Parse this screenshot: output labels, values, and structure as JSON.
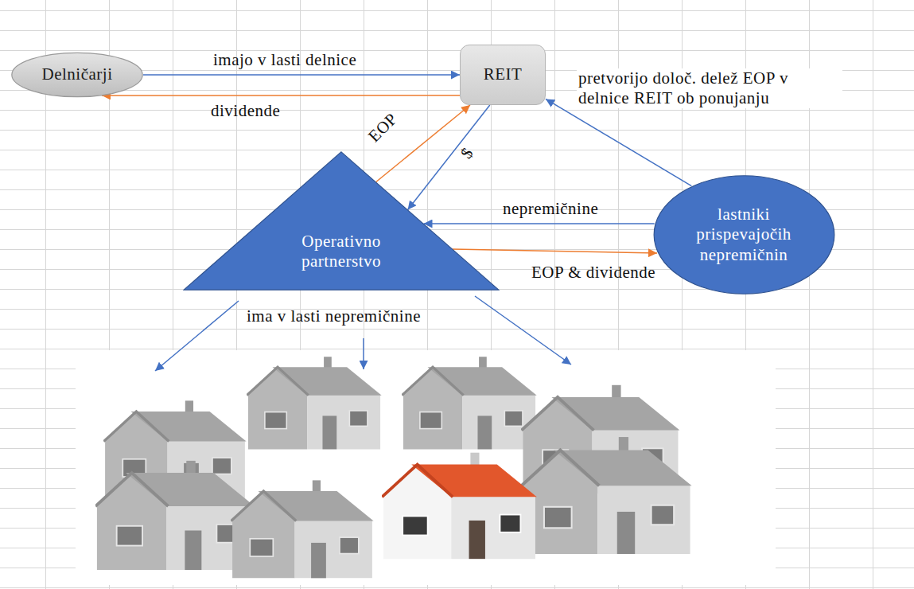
{
  "diagram": {
    "nodes": [
      {
        "text": [
          "Delničarji"
        ]
      },
      {
        "text": [
          "REIT"
        ]
      },
      {
        "text": [
          "Operativno partnerstvo"
        ]
      },
      {
        "text": [
          "lastniki prispevajočih nepremičnin"
        ]
      }
    ],
    "edges": [
      {
        "from": 0,
        "to": 1,
        "label": "imajo v lasti delnice",
        "arrow": "to"
      },
      {
        "from": 1,
        "to": 0,
        "label": "dividende",
        "arrow": "to"
      },
      {
        "from": 2,
        "to": 1,
        "label": "EOP",
        "arrow": "to"
      },
      {
        "from": 1,
        "to": 2,
        "label": "$",
        "arrow": "to"
      },
      {
        "from": 3,
        "to": 1,
        "label": "pretvorijo določ. delež EOP v delnice REIT ob ponujanju",
        "arrow": "to"
      },
      {
        "from": 3,
        "to": 2,
        "label": "nepremičnine",
        "arrow": "to"
      },
      {
        "from": 2,
        "to": 3,
        "label": "EOP & dividende",
        "arrow": "to"
      }
    ],
    "labels": [
      "ima v lasti nepremičnine"
    ]
  }
}
